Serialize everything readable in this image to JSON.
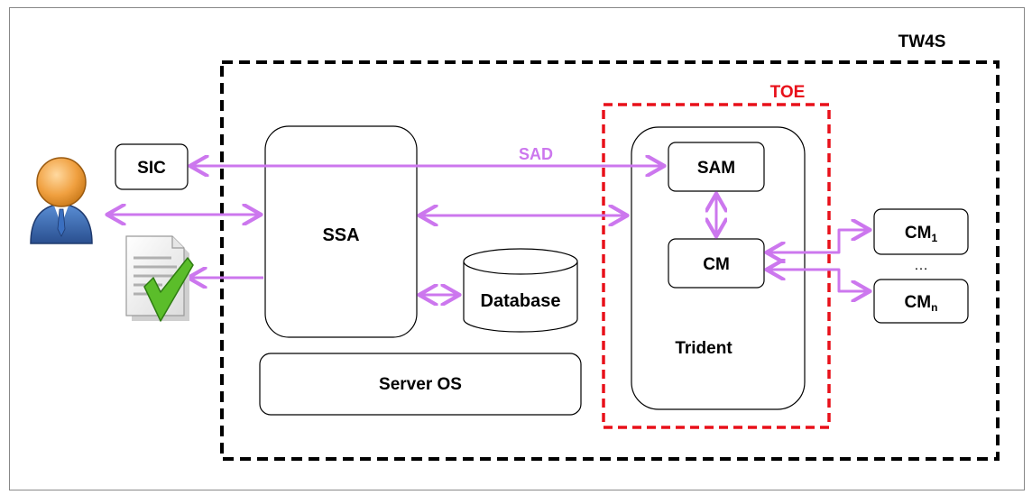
{
  "diagram": {
    "outer_label": "TW4S",
    "toe_label": "TOE",
    "sad_label": "SAD",
    "components": {
      "sic": "SIC",
      "ssa": "SSA",
      "database": "Database",
      "server_os": "Server OS",
      "sam": "SAM",
      "cm": "CM",
      "trident": "Trident",
      "cm1": {
        "base": "CM",
        "sub": "1"
      },
      "cmn": {
        "base": "CM",
        "sub": "n"
      },
      "ellipsis": "…"
    },
    "icons": [
      "user-icon",
      "document-check-icon"
    ],
    "colors": {
      "arrow": "#cc77ee",
      "toe_border": "#e8101a",
      "toe_text": "#e8101a",
      "boundary": "#000000",
      "sad_text": "#cc77ee"
    }
  }
}
